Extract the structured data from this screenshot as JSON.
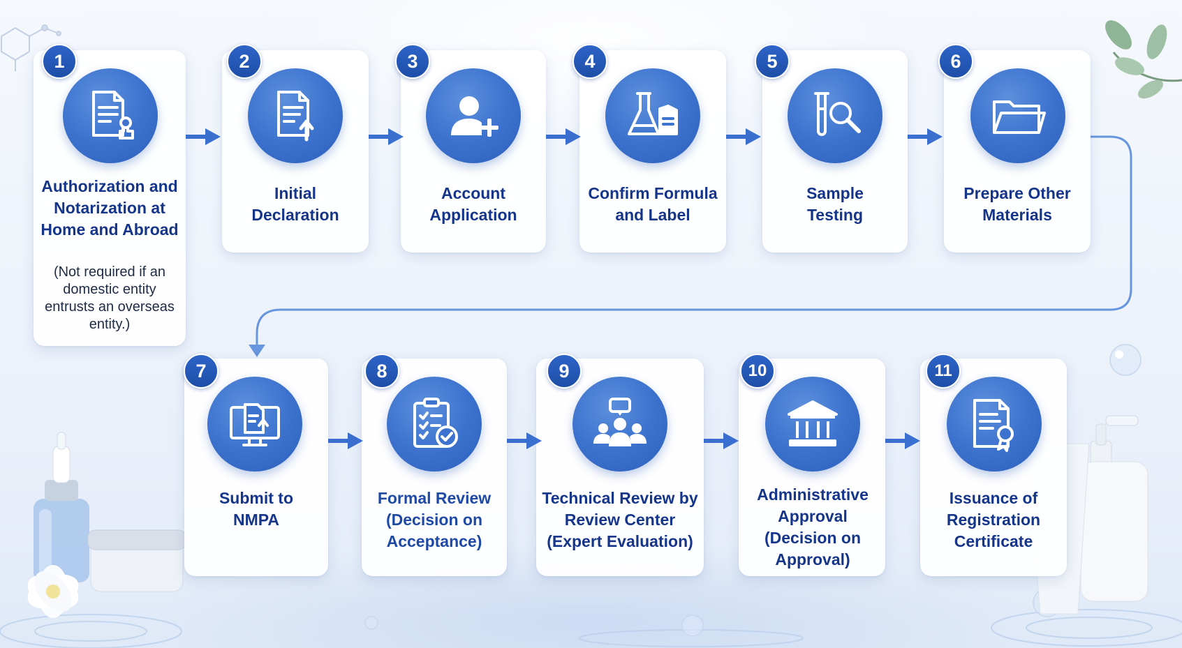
{
  "steps": [
    {
      "number": "1",
      "title": "Authorization and Notarization at Home and Abroad",
      "note": "(Not required if an domestic entity entrusts an overseas entity.)",
      "icon": "document-stamp-icon"
    },
    {
      "number": "2",
      "title": "Initial Declaration",
      "icon": "document-upload-icon"
    },
    {
      "number": "3",
      "title": "Account Application",
      "icon": "user-add-icon"
    },
    {
      "number": "4",
      "title": "Confirm Formula and Label",
      "icon": "flask-label-icon"
    },
    {
      "number": "5",
      "title": "Sample Testing",
      "icon": "test-tube-magnifier-icon"
    },
    {
      "number": "6",
      "title": "Prepare Other Materials",
      "icon": "folder-icon"
    },
    {
      "number": "7",
      "title": "Submit to NMPA",
      "icon": "monitor-upload-icon"
    },
    {
      "number": "8",
      "title": "Formal Review (Decision on Acceptance)",
      "icon": "clipboard-check-icon"
    },
    {
      "number": "9",
      "title": "Technical Review by Review Center (Expert Evaluation)",
      "icon": "expert-group-icon"
    },
    {
      "number": "10",
      "title": "Administrative Approval (Decision on Approval)",
      "icon": "government-building-icon"
    },
    {
      "number": "11",
      "title": "Issuance of Registration Certificate",
      "icon": "certificate-icon"
    }
  ],
  "colors": {
    "accent": "#2e64c8",
    "title_text": "#14358a",
    "icon_circle": "#3d73cf",
    "arrow": "#3a6fd0",
    "connector_line": "#5b8fdc"
  }
}
